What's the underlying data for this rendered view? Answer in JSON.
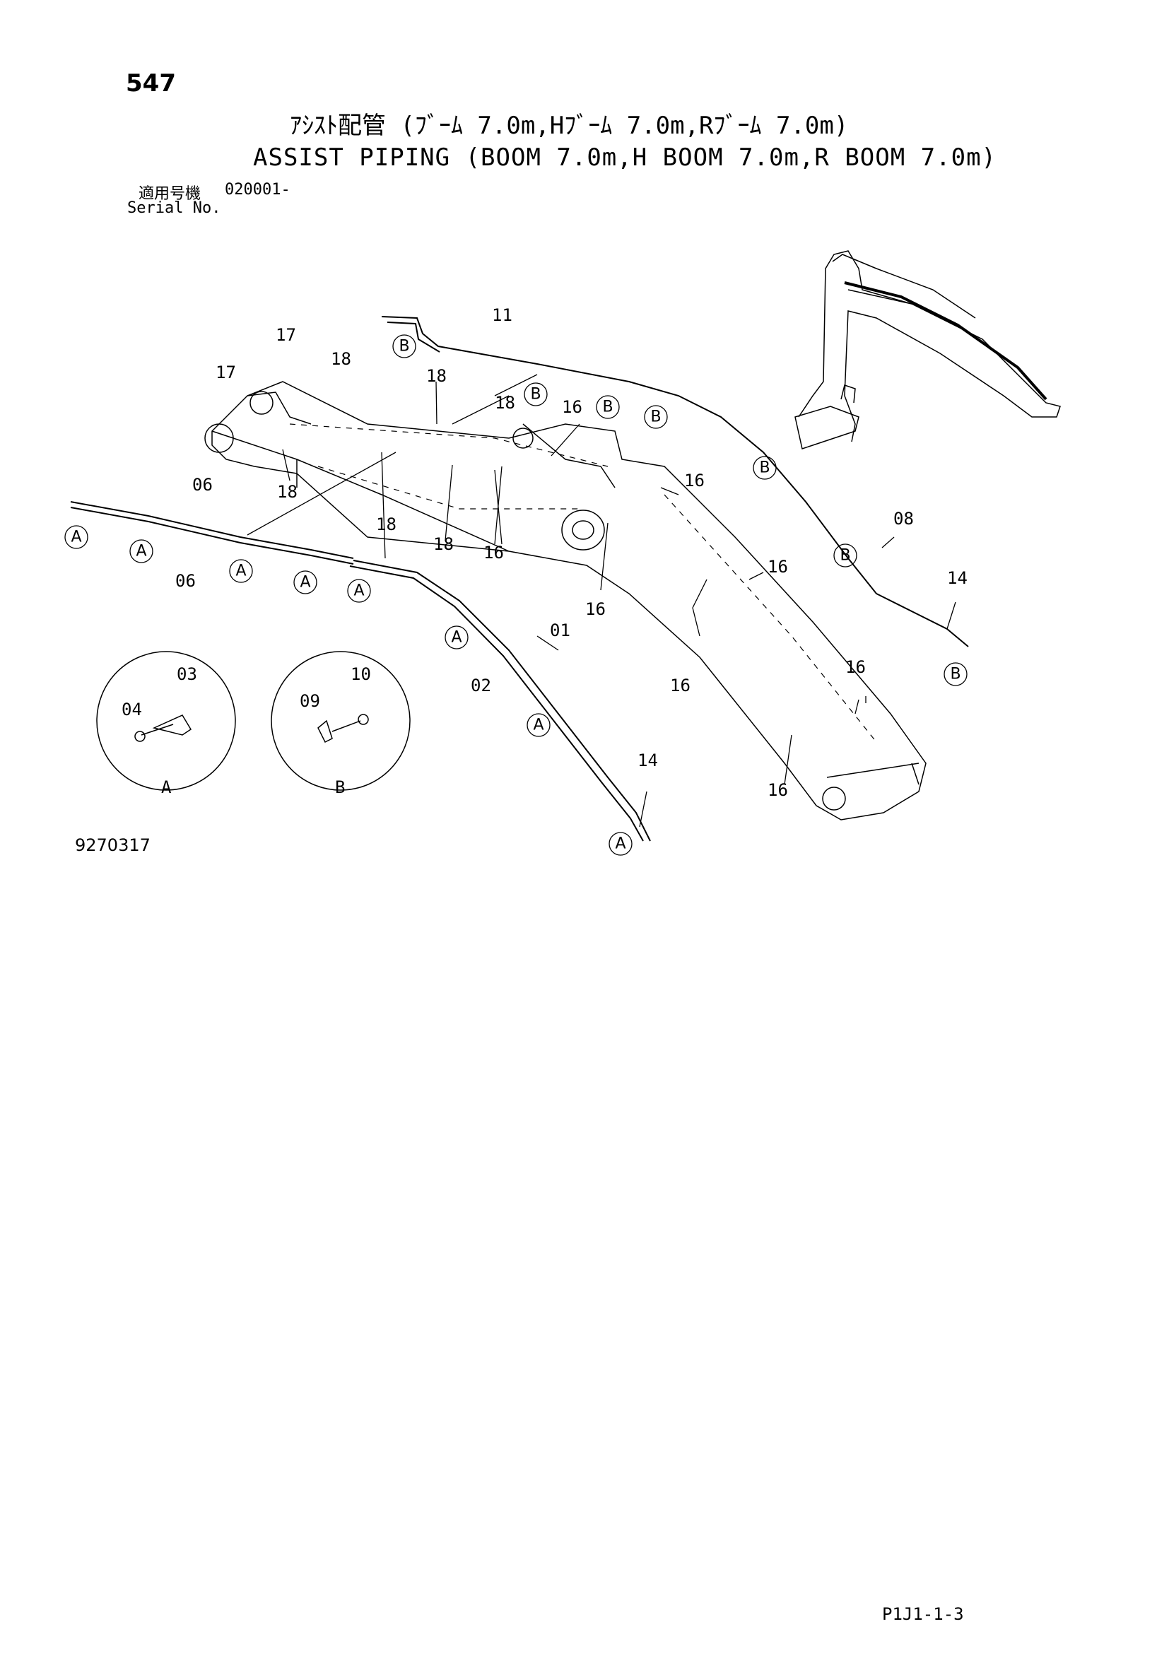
{
  "header": {
    "page_number": "547",
    "title_jp": "ｱｼｽﾄ配管 (ﾌﾞｰﾑ 7.0m,Hﾌﾞｰﾑ 7.0m,Rﾌﾞｰﾑ 7.0m)",
    "title_en": "ASSIST PIPING (BOOM 7.0m,H BOOM 7.0m,R BOOM 7.0m)",
    "serial_label_jp": "適用号機",
    "serial_value": "020001-",
    "serial_label_en": "Serial No."
  },
  "part_labels": {
    "p01": "01",
    "p02": "02",
    "p03": "03",
    "p04": "04",
    "p06": "06",
    "p08": "08",
    "p09": "09",
    "p10": "10",
    "p11": "11",
    "p14": "14",
    "p16": "16",
    "p17": "17",
    "p18": "18"
  },
  "detail_refs": {
    "a": "A",
    "b": "B"
  },
  "footer": {
    "drawing_number": "9270317",
    "page_code": "P1J1-1-3"
  }
}
